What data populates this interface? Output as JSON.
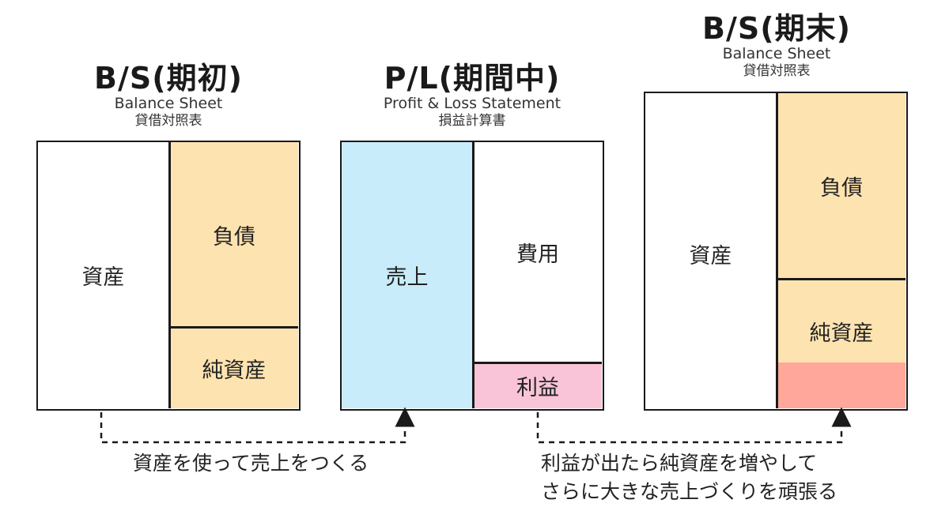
{
  "bs_start": {
    "title": "B/S(期初)",
    "subtitle": "Balance Sheet",
    "subtitle_jp": "貸借対照表",
    "assets": "資産",
    "liabilities": "負債",
    "net_assets": "純資産"
  },
  "pl": {
    "title": "P/L(期間中)",
    "subtitle": "Profit & Loss Statement",
    "subtitle_jp": "損益計算書",
    "sales": "売上",
    "expenses": "費用",
    "profit": "利益"
  },
  "bs_end": {
    "title": "B/S(期末)",
    "subtitle": "Balance Sheet",
    "subtitle_jp": "貸借対照表",
    "assets": "資産",
    "liabilities": "負債",
    "net_assets": "純資産"
  },
  "captions": {
    "left_arrow": "資産を使って売上をつくる",
    "right_arrow_line1": "利益が出たら純資産を増やして",
    "right_arrow_line2": "さらに大きな売上づくりを頑張る"
  },
  "colors": {
    "liability_orange": "#fde3b0",
    "sales_blue": "#c8ecfa",
    "profit_pink": "#f9c4d7",
    "added_net_assets_salmon": "#ffa79a"
  }
}
